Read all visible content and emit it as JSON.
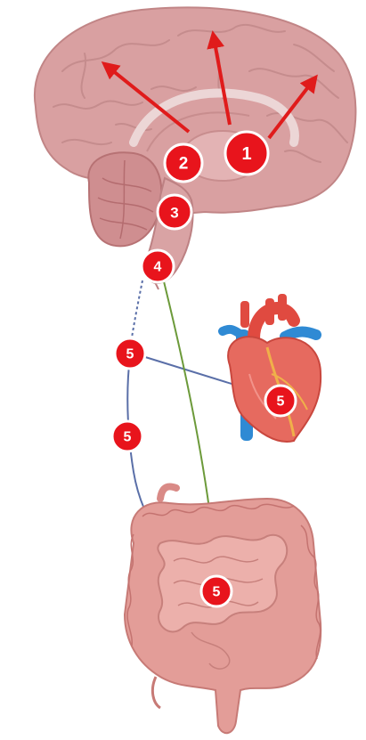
{
  "markers": {
    "m1": "1",
    "m2": "2",
    "m3": "3",
    "m4": "4",
    "m5a": "5",
    "m5b": "5",
    "m5c": "5",
    "m5d": "5"
  },
  "colors": {
    "marker_fill": "#e8141c",
    "marker_ring": "#ffffff",
    "arrow": "#e01b1b",
    "brain": "#d89a9c",
    "brain_dark": "#b97677",
    "heart": "#e66a5f",
    "heart_blue": "#2f8ad4",
    "gut": "#e09a95",
    "vagus_line": "#5a6fa8",
    "spinal_line": "#6c9a3a"
  },
  "icons": {
    "brain": "brain-illustration",
    "heart": "heart-illustration",
    "gut": "intestines-illustration"
  }
}
